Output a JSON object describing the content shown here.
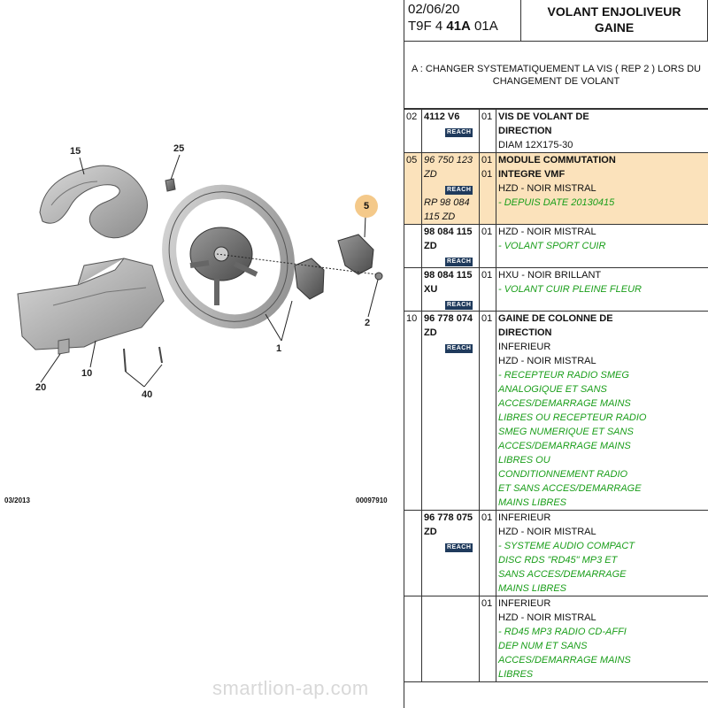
{
  "diagram": {
    "callouts": [
      "15",
      "25",
      "5",
      "2",
      "1",
      "10",
      "20",
      "40"
    ],
    "footer_left": "03/2013",
    "footer_right": "00097910",
    "watermark": "smartlion-ap.com"
  },
  "header": {
    "date": "02/06/20",
    "code_prefix": "T9F 4 ",
    "code_bold": "41A",
    "code_suffix": " 01A",
    "title_line1": "VOLANT ENJOLIVEUR",
    "title_line2": "GAINE"
  },
  "note": "A : CHANGER SYSTEMATIQUEMENT LA VIS ( REP 2 ) LORS DU CHANGEMENT DE VOLANT",
  "reach_label": "REACH",
  "rows": [
    {
      "ref": "02",
      "parts": [
        {
          "number": "4112 V6",
          "reach": true
        }
      ],
      "qty": [
        "01"
      ],
      "desc_bold": [
        "VIS DE VOLANT DE",
        "DIRECTION"
      ],
      "desc": [
        "DIAM 12X175-30"
      ],
      "green": []
    },
    {
      "ref": "05",
      "highlight": true,
      "parts": [
        {
          "number": "96 750 123 ZD",
          "reach": true,
          "italic": true
        },
        {
          "number": "98 084 115 ZD",
          "italic": true,
          "prefix": "RP"
        }
      ],
      "qty": [
        "01",
        "01"
      ],
      "desc_bold": [
        "MODULE COMMUTATION",
        "INTEGRE VMF"
      ],
      "desc": [
        "HZD - NOIR MISTRAL"
      ],
      "green": [
        "- DEPUIS DATE 20130415"
      ]
    },
    {
      "ref": "",
      "parts": [
        {
          "number": "98 084 115 ZD",
          "reach": true
        }
      ],
      "qty": [
        "01"
      ],
      "desc_bold": [],
      "desc": [
        "HZD - NOIR MISTRAL"
      ],
      "green": [
        "- VOLANT SPORT CUIR"
      ]
    },
    {
      "ref": "",
      "parts": [
        {
          "number": "98 084 115 XU",
          "reach": true
        }
      ],
      "qty": [
        "01"
      ],
      "desc_bold": [],
      "desc": [
        "HXU - NOIR BRILLANT"
      ],
      "green": [
        "- VOLANT CUIR PLEINE FLEUR"
      ]
    },
    {
      "ref": "10",
      "parts": [
        {
          "number": "96 778 074 ZD",
          "reach": true
        }
      ],
      "qty": [
        "01"
      ],
      "desc_bold": [
        "GAINE DE COLONNE DE",
        "DIRECTION"
      ],
      "desc": [
        "INFERIEUR",
        "HZD - NOIR MISTRAL"
      ],
      "green": [
        "- RECEPTEUR RADIO SMEG",
        "ANALOGIQUE ET SANS",
        "ACCES/DEMARRAGE MAINS",
        "LIBRES OU RECEPTEUR RADIO",
        "SMEG NUMERIQUE ET SANS",
        "ACCES/DEMARRAGE MAINS",
        "LIBRES OU",
        "CONDITIONNEMENT RADIO",
        "ET SANS ACCES/DEMARRAGE",
        "MAINS LIBRES"
      ]
    },
    {
      "ref": "",
      "parts": [
        {
          "number": "96 778 075 ZD",
          "reach": true
        }
      ],
      "qty": [
        "01"
      ],
      "desc_bold": [],
      "desc": [
        "INFERIEUR",
        "HZD - NOIR MISTRAL"
      ],
      "green": [
        "- SYSTEME AUDIO COMPACT",
        "DISC RDS \"RD45\" MP3 ET",
        "SANS ACCES/DEMARRAGE",
        "MAINS LIBRES"
      ]
    },
    {
      "ref": "",
      "parts": [],
      "qty": [
        "01"
      ],
      "desc_bold": [],
      "desc": [
        "INFERIEUR",
        "HZD - NOIR MISTRAL"
      ],
      "green": [
        "- RD45 MP3 RADIO CD-AFFI",
        "DEP NUM ET SANS",
        "ACCES/DEMARRAGE MAINS",
        "LIBRES"
      ]
    }
  ],
  "colors": {
    "highlight": "#fbe2bb",
    "green_text": "#1a9e1a",
    "reach_badge": "#1f3a5c"
  }
}
